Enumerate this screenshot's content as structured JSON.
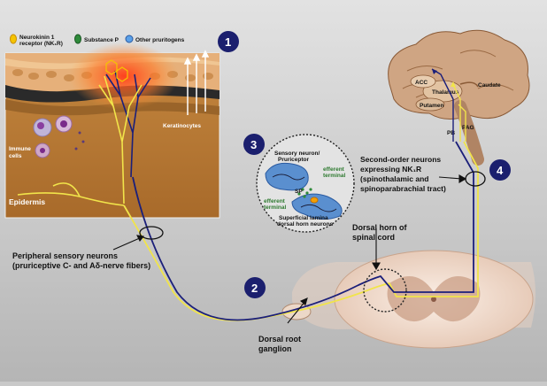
{
  "legend": {
    "nk1r": "Neurokinin 1",
    "nk1r_line2": "receptor (NK₁R)",
    "substance_p": "Substance P",
    "other": "Other pruritogens"
  },
  "skin": {
    "keratinocytes": "Keratinocytes",
    "immune_line1": "Immune",
    "immune_line2": "cells",
    "epidermis": "Epidermis"
  },
  "steps": [
    "1",
    "2",
    "3",
    "4"
  ],
  "inset": {
    "sensory_line1": "Sensory neuron/",
    "sensory_line2": "Pruriceptor",
    "efferent_top_1": "efferent",
    "efferent_top_2": "terminal",
    "efferent_bot_1": "efferent",
    "efferent_bot_2": "terminal",
    "sp": "SP",
    "lamina_line1": "Superficial lamina",
    "lamina_line2": "dorsal horn neurons"
  },
  "peripheral": {
    "line1": "Peripheral sensory neurons",
    "line2": "(pruriceptive C- and Aδ-nerve fibers)"
  },
  "drg": {
    "line1": "Dorsal root",
    "line2": "ganglion"
  },
  "dorsal_horn": {
    "line1": "Dorsal horn of",
    "line2": "spinal cord"
  },
  "second_order": {
    "line1": "Second-order neurons",
    "line2": "expressing NK₁R",
    "line3": "(spinothalamic and",
    "line4": "spinoparabrachial tract)"
  },
  "brain": {
    "acc": "ACC",
    "thalamus": "Thalamus",
    "putamen": "Putamen",
    "caudate": "Caudate",
    "pb": "PB",
    "pag": "PAG"
  },
  "colors": {
    "yellow_fiber": "#f1e44a",
    "blue_fiber": "#1b1f7a",
    "step_circle": "#1b1f6e",
    "brain": "#cfa583",
    "spinal_cord": "#f0ddd0"
  }
}
